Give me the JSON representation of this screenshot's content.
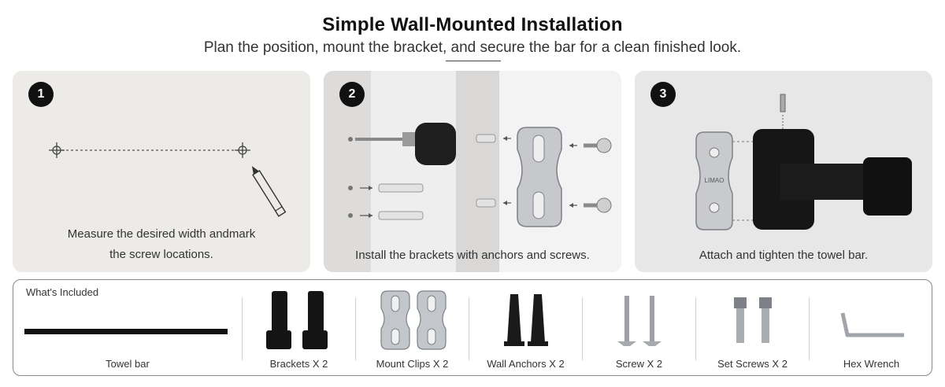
{
  "header": {
    "title": "Simple Wall-Mounted Installation",
    "subtitle": "Plan the position, mount the bracket, and secure the bar for a clean finished look."
  },
  "steps": [
    {
      "number": "1",
      "caption_line1": "Measure the desired width andmark",
      "caption_line2": "the screw locations."
    },
    {
      "number": "2",
      "caption": "Install the brackets with anchors and screws."
    },
    {
      "number": "3",
      "caption": "Attach and tighten the towel bar.",
      "brand_mark": "LIMAO"
    }
  ],
  "included": {
    "title": "What's Included",
    "items": [
      {
        "label": "Towel bar",
        "icon": "towel-bar-icon"
      },
      {
        "label": "Brackets X 2",
        "icon": "bracket-icon"
      },
      {
        "label": "Mount Clips X 2",
        "icon": "mount-clip-icon"
      },
      {
        "label": "Wall Anchors X 2",
        "icon": "wall-anchor-icon"
      },
      {
        "label": "Screw X 2",
        "icon": "screw-icon"
      },
      {
        "label": "Set Screws X 2",
        "icon": "set-screw-icon"
      },
      {
        "label": "Hex Wrench",
        "icon": "hex-wrench-icon"
      }
    ]
  },
  "colors": {
    "badge": "#111111",
    "panel_bg": "#ececec",
    "metal": "#b9bcc0",
    "black_finish": "#141414"
  }
}
